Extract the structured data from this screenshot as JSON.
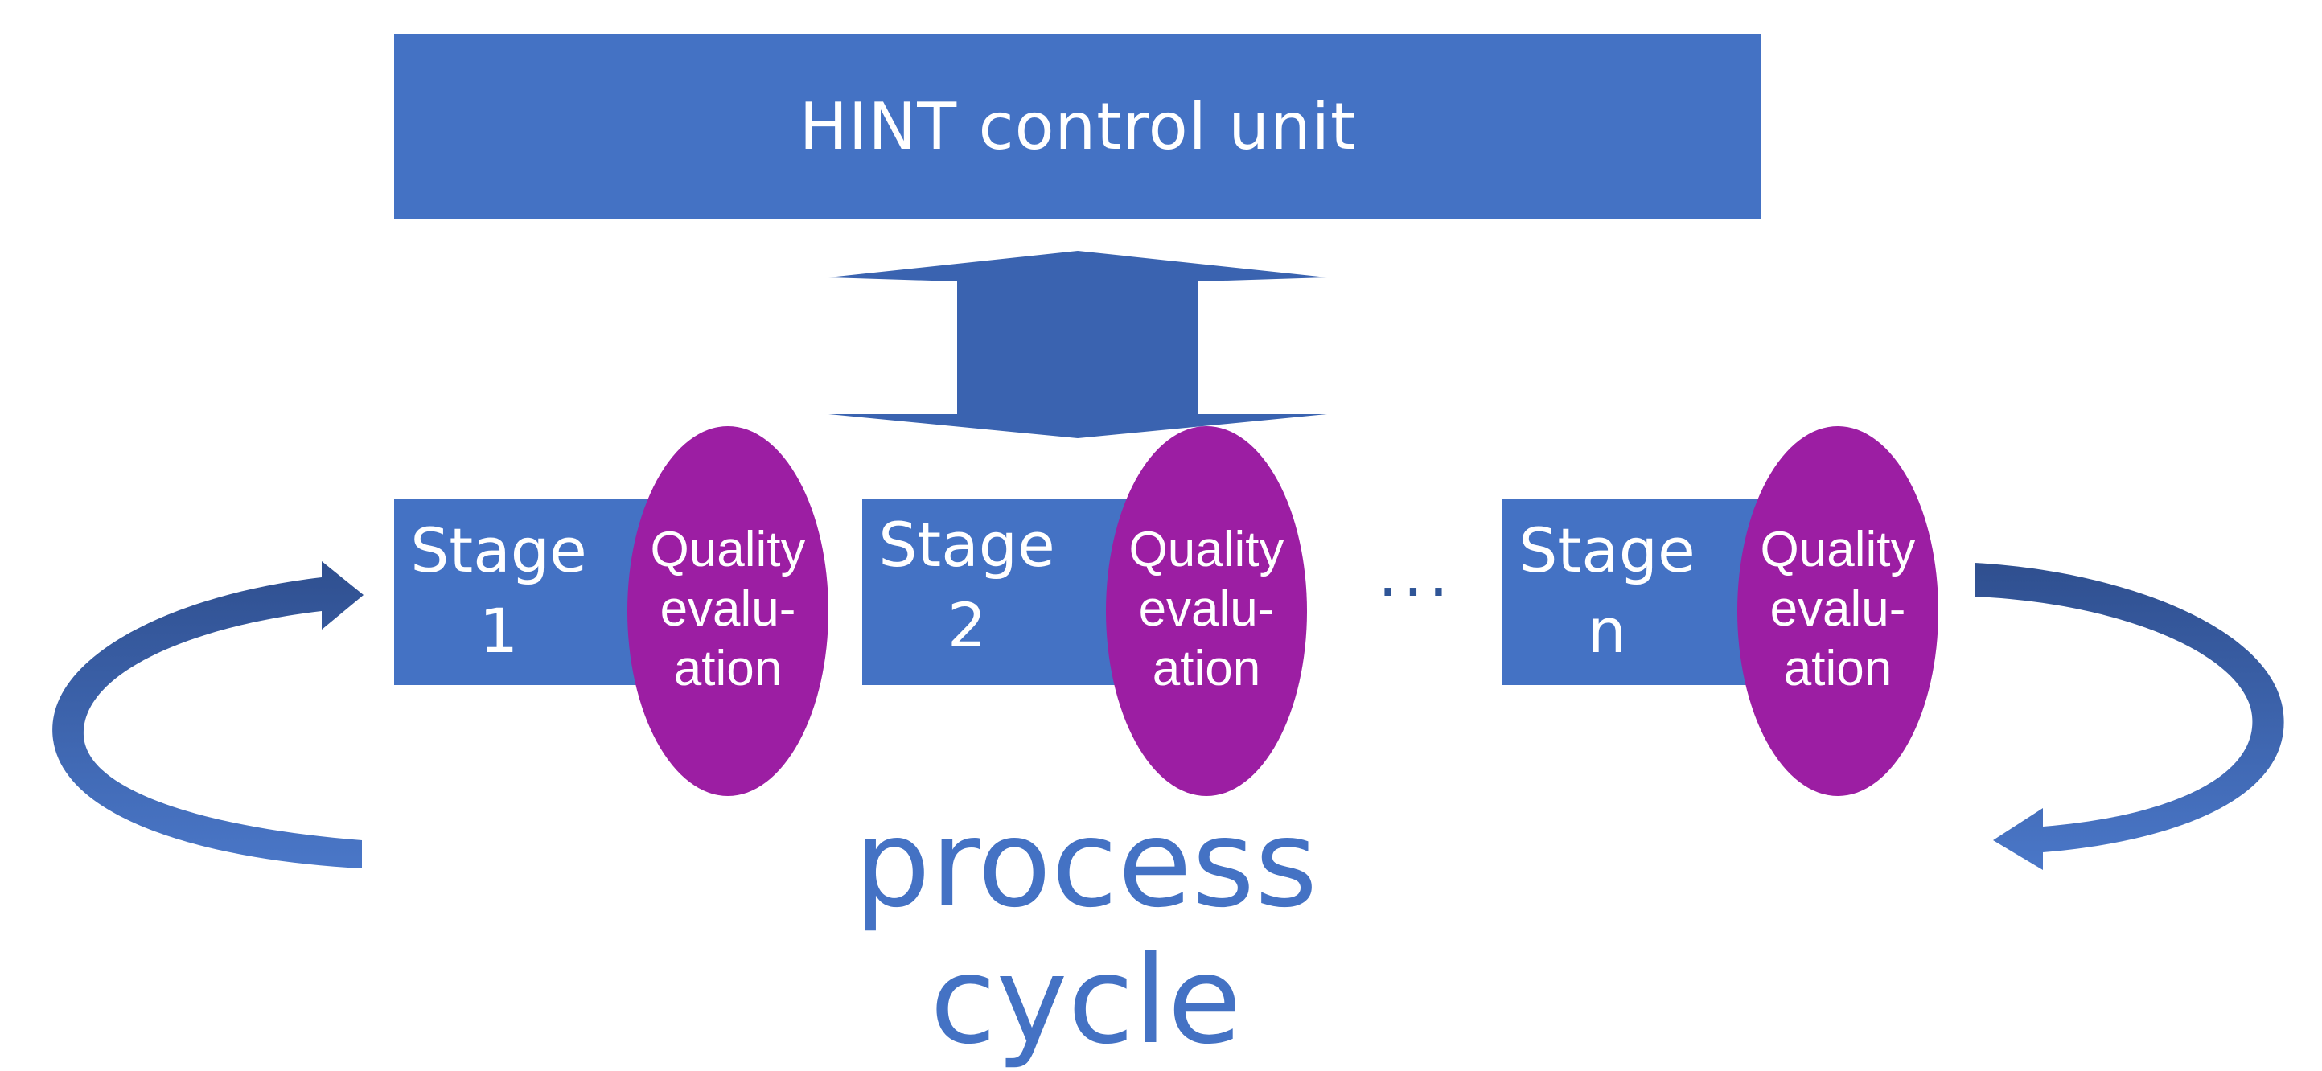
{
  "diagram": {
    "control_unit": {
      "label": "HINT control unit"
    },
    "stages": [
      {
        "line1": "Stage",
        "line2": "1"
      },
      {
        "line1": "Stage",
        "line2": "2"
      },
      {
        "line1": "Stage",
        "line2": "n"
      }
    ],
    "quality": {
      "line1": "Quality",
      "line2": "evalu-",
      "line3": "ation"
    },
    "ellipsis": "···",
    "cycle_label": "process cycle",
    "colors": {
      "box_blue": "#4472c4",
      "arrow_blue": "#3a63b0",
      "ellipse_purple": "#9c1ea3",
      "text_blue": "#4472c4"
    },
    "icons": [
      "double-arrow-icon",
      "left-curved-arrow-icon",
      "right-curved-arrow-icon"
    ]
  }
}
